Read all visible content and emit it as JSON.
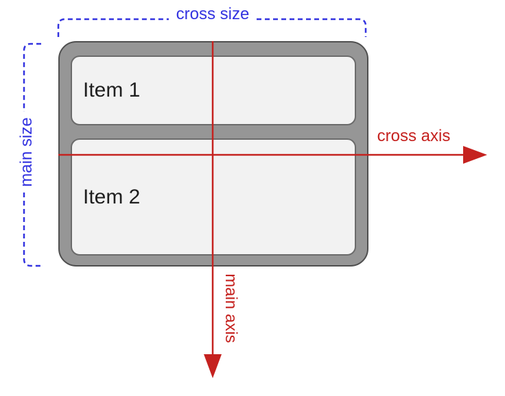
{
  "colors": {
    "background": "#ffffff",
    "blue": "#3333e0",
    "red": "#c5221f",
    "container_fill": "#969696",
    "container_border": "#4f4f4f",
    "item_fill": "#f2f2f2",
    "item_border": "#6b6b6b",
    "item_text": "#1f1f1f"
  },
  "labels": {
    "cross_size": "cross size",
    "main_size": "main size",
    "cross_axis": "cross axis",
    "main_axis": "main axis"
  },
  "items": [
    {
      "label": "Item 1"
    },
    {
      "label": "Item 2"
    }
  ]
}
